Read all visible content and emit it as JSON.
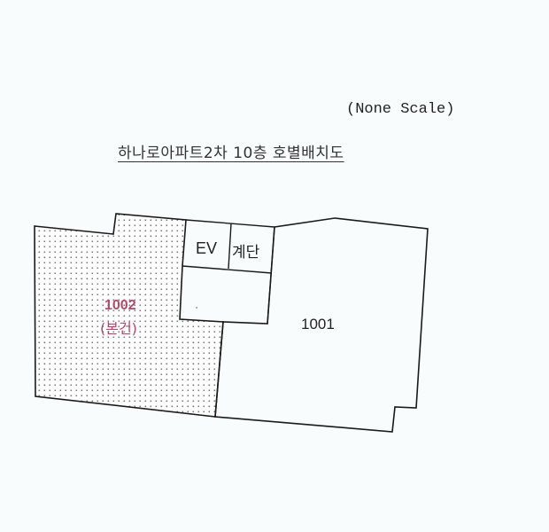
{
  "header": {
    "scale_note": "(None Scale)",
    "title": "하나로아파트2차 10층 호별배치도"
  },
  "floor_plan": {
    "units": [
      {
        "id": "1001",
        "label": "1001",
        "highlighted": false
      },
      {
        "id": "1002",
        "label": "1002",
        "sublabel": "(본건)",
        "highlighted": true,
        "pattern": "dotted"
      }
    ],
    "core": {
      "elevator_label": "EV",
      "stair_label": "계단"
    },
    "colors": {
      "line": "#1a1a1a",
      "highlight_text": "#b04a6a",
      "dot_pattern": "#7a7a7a",
      "background": "#f8fcfc"
    }
  }
}
